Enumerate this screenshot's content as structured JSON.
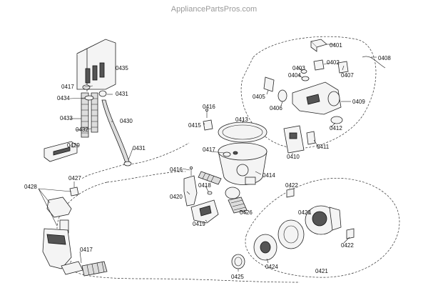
{
  "watermark": "AppliancePartsPros.com",
  "labels": {
    "l0401": "0401",
    "l0402": "0402",
    "l0403": "0403",
    "l0404": "0404",
    "l0405": "0405",
    "l0406": "0406",
    "l0407": "0407",
    "l0408": "0408",
    "l0409": "0409",
    "l0410": "0410",
    "l0411": "0411",
    "l0412": "0412",
    "l0413": "0413",
    "l0414": "0414",
    "l0415": "0415",
    "l0416a": "0416",
    "l0416b": "0416",
    "l0417a": "0417",
    "l0417b": "0417",
    "l0417c": "0417",
    "l0418": "0418",
    "l0419": "0419",
    "l0420": "0420",
    "l0421": "0421",
    "l0422a": "0422",
    "l0422b": "0422",
    "l0423": "0423",
    "l0424": "0424",
    "l0425": "0425",
    "l0426": "0426",
    "l0427": "0427",
    "l0428": "0428",
    "l0429": "0429",
    "l0430": "0430",
    "l0431a": "0431",
    "l0431b": "0431",
    "l0432": "0432",
    "l0433": "0433",
    "l0434": "0434",
    "l0435": "0435"
  }
}
